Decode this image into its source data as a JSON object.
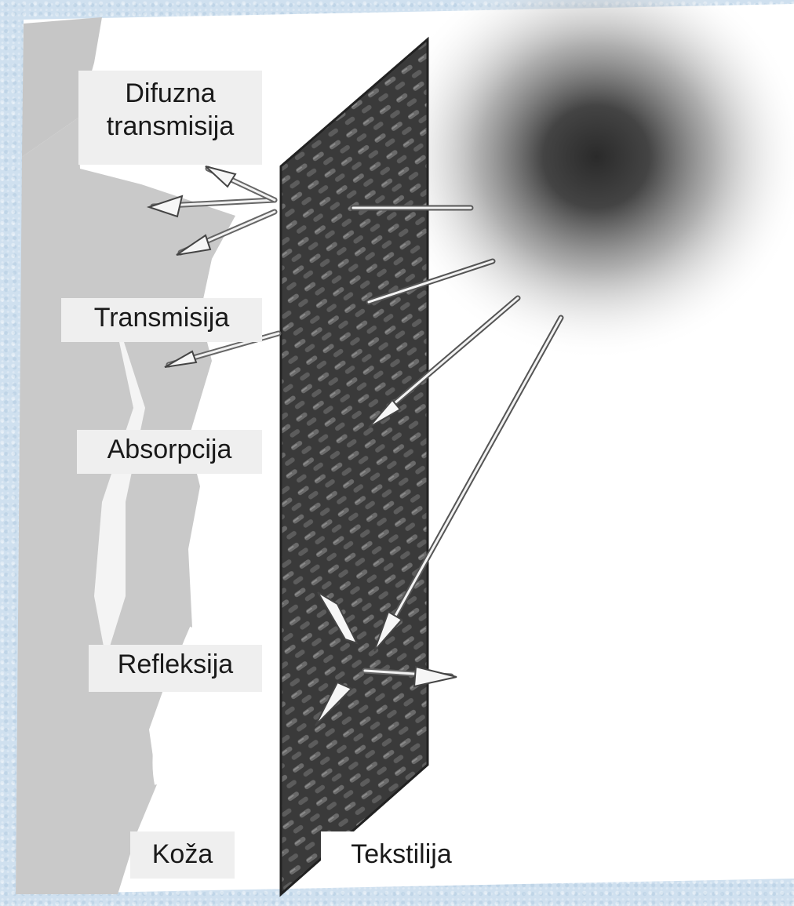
{
  "labels": {
    "diffuse_line1": "Difuzna",
    "diffuse_line2": "transmisija",
    "transmission": "Transmisija",
    "absorption": "Absorpcija",
    "reflection": "Refleksija",
    "skin": "Koža",
    "textile": "Tekstilija"
  },
  "colors": {
    "background": "#cfe0ef",
    "skin": "#c8c8c8",
    "textile": "#3a3a3a",
    "label_box": "#efefef"
  },
  "icons": {
    "light_source": "sun-icon"
  }
}
